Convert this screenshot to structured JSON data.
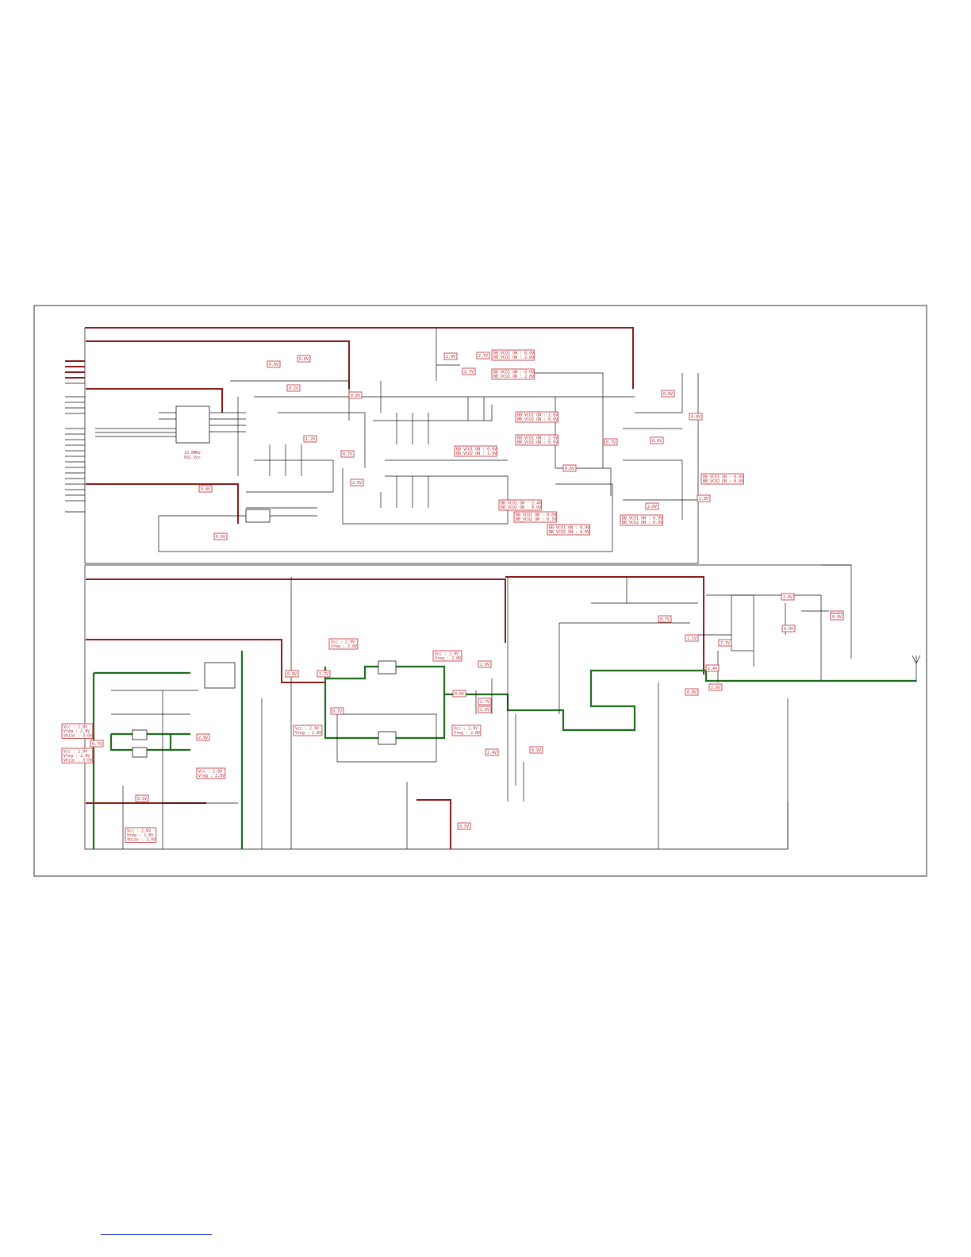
{
  "colors": {
    "frame": "#333333",
    "power_net": "#8b1a1a",
    "signal_net": "#1e6b1e",
    "wire": "#111111",
    "tag": "#c0282d"
  },
  "voltage_tags": [
    "0.0V",
    "0.0V",
    "0.2V",
    "1.2V",
    "0.7V",
    "0.8V",
    "2.9V",
    "2.7V",
    "2.7V",
    "2.0V",
    "0.0V",
    "0.0V",
    "0.0V",
    "0.0V",
    "0.0V",
    "0.7V",
    "0.6V",
    "2.0V",
    "2.8V",
    "2.7V",
    "0.8V",
    "0.7V",
    "2.9V",
    "0.0V",
    "2.7V",
    "2.6V",
    "2.9V",
    "0.7V",
    "7.7V",
    "2.4V",
    "2.6V",
    "0.8V",
    "0.7V",
    "1.1V",
    "2.6V",
    "0.7V",
    "0.0V",
    "0.5V",
    "0.5V",
    "2.4V",
    "0.9V",
    "0.9V"
  ],
  "note_blocks": [
    [
      "Vcc : 2.8V",
      "Vreg : 2.8V",
      "Vbias : 3.0V"
    ],
    [
      "Vcc : 2.9V",
      "Vreg : 2.9V",
      "Vbias : 3.0V"
    ],
    [
      "Vcc : 2.8V",
      "Vreg : 2.8V"
    ],
    [
      "Vcc : 2.8V",
      "Vreg : 2.8V",
      "Vbias : 3.0V"
    ],
    [
      "Vcc : 2.9V",
      "Vreg : 2.8V"
    ],
    [
      "Vcc : 2.9V",
      "Vreg : 2.8V"
    ],
    [
      "Vcc : 2.9V",
      "Vreg : 2.8V"
    ],
    [
      "Vcc : 2.9V",
      "Vreg : 2.8V"
    ],
    [
      "BB_VCO1 ON : 0.0V",
      "BB_VCO2 ON : 2.8V"
    ],
    [
      "BB_VCO1 ON : 0.0V",
      "BB_VCO2 ON : 2.8V"
    ],
    [
      "BB_VCO1 ON : 1.8V",
      "BB_VCO2 ON : 0.0V"
    ],
    [
      "BB_VCO1 ON : 2.9V",
      "BB_VCO2 ON : 0.0V"
    ],
    [
      "BB_VCO1 ON : 0.0V",
      "BB_VCO2 ON : 1.0V"
    ],
    [
      "BB_VCO1 ON : 2.4V",
      "BB_VCO2 ON : 0.0V"
    ],
    [
      "BB_VCO1 ON : 0.0V",
      "BB_VCO2 ON : 0.7V"
    ],
    [
      "BB_VCO1 ON : 0.9V",
      "BB_VCO2 ON : 0.0V"
    ],
    [
      "BB_VCO1 ON : 0.9V",
      "BB_VCO2 ON : 0.0V"
    ],
    [
      "BB_VCO1 ON : 0.0V",
      "BB_VCO2 ON : 0.9V"
    ]
  ],
  "ic_labels": [
    "13.0MHz",
    "OSC Vcc"
  ]
}
